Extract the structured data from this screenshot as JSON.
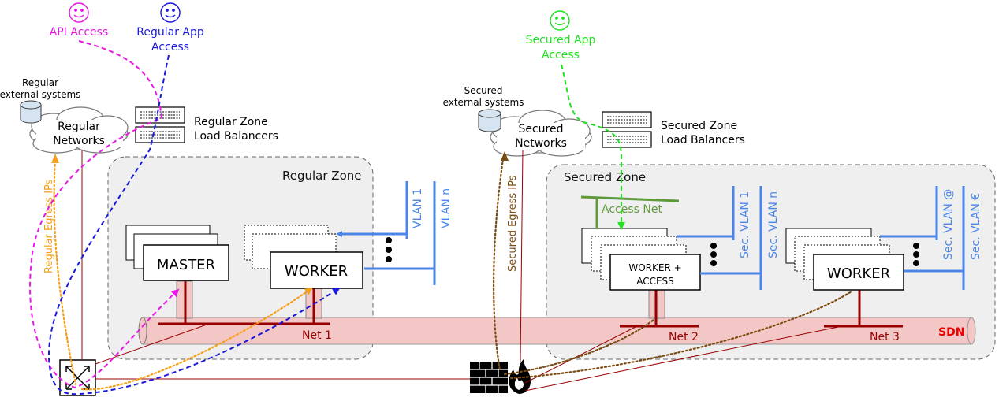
{
  "people": {
    "api": {
      "label": "API Access",
      "color": "#e619e6"
    },
    "regular_app": {
      "line1": "Regular App",
      "line2": "Access",
      "color": "#1a1ad9"
    },
    "secured_app": {
      "line1": "Secured App",
      "line2": "Access",
      "color": "#22e022"
    }
  },
  "regular": {
    "systems_line1": "Regular",
    "systems_line2": "external systems",
    "network_line1": "Regular",
    "network_line2": "Networks",
    "lb_line1": "Regular Zone",
    "lb_line2": "Load Balancers",
    "zone_label": "Regular Zone",
    "egress_label": "Regular Egress IPs",
    "master_label": "MASTER",
    "worker_label": "WORKER",
    "vlans": [
      "VLAN 1",
      "VLAN n"
    ],
    "net_label": "Net 1"
  },
  "secured": {
    "systems_line1": "Secured",
    "systems_line2": "external systems",
    "network_line1": "Secured",
    "network_line2": "Networks",
    "lb_line1": "Secured Zone",
    "lb_line2": "Load Balancers",
    "zone_label": "Secured Zone",
    "egress_label": "Secured Egress IPs",
    "access_net_label": "Access Net",
    "worker_access_line1": "WORKER +",
    "worker_access_line2": "ACCESS",
    "worker_label": "WORKER",
    "vlans_a": [
      "Sec. VLAN 1",
      "Sec. VLAN n"
    ],
    "vlans_b": [
      "Sec. VLAN @",
      "Sec. VLAN €"
    ],
    "net2_label": "Net 2",
    "net3_label": "Net 3"
  },
  "sdn_label": "SDN",
  "colors": {
    "dark_red": "#990000",
    "sdn_fill": "#f4c7c7",
    "sdn_text": "#ee0000",
    "vlan": "#4a86e8",
    "access_net": "#5e9a3a",
    "orange": "#f5a01a",
    "brown": "#7a4a10",
    "zone_fill": "#efefef"
  }
}
